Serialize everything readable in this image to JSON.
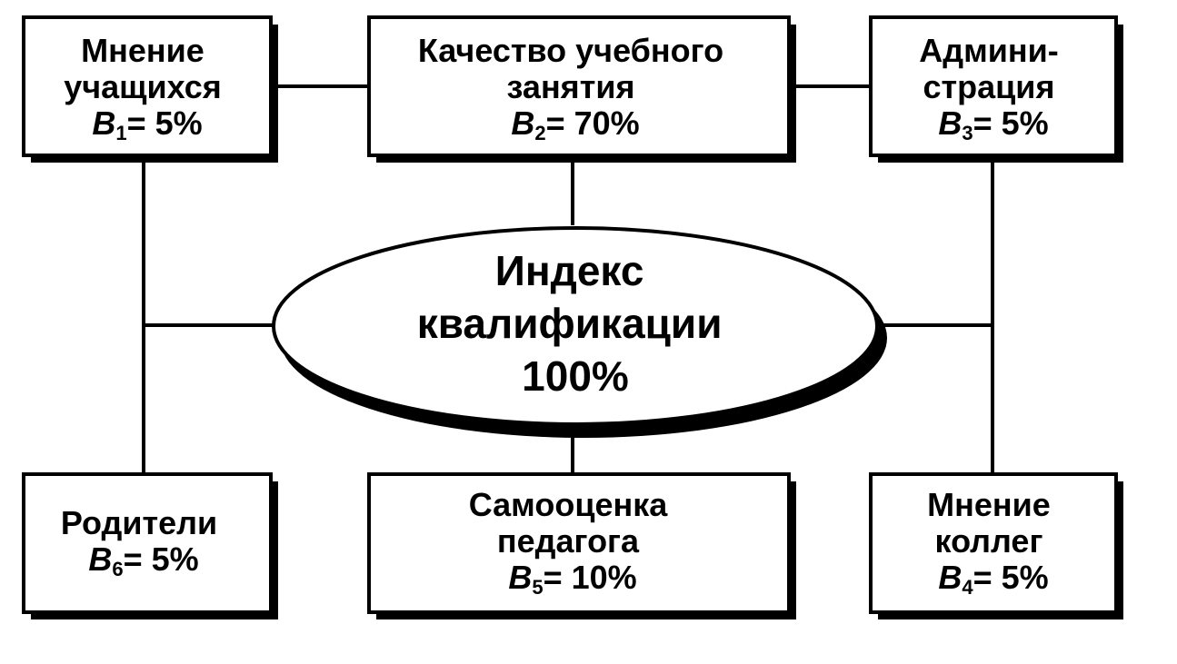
{
  "center": {
    "lines": [
      "Индекс",
      "квалификации",
      "100%"
    ]
  },
  "boxes": [
    {
      "id": "students",
      "lines": [
        "Мнение",
        "учащихся"
      ],
      "var": "B",
      "sub": "1",
      "weight": "= 5%"
    },
    {
      "id": "lesson",
      "lines": [
        "Качество учебного",
        "занятия"
      ],
      "var": "B",
      "sub": "2",
      "weight": "= 70%"
    },
    {
      "id": "administration",
      "lines": [
        "Админи-",
        "страция"
      ],
      "var": "B",
      "sub": "3",
      "weight": "= 5%"
    },
    {
      "id": "colleagues",
      "lines": [
        "Мнение",
        "коллег"
      ],
      "var": "B",
      "sub": "4",
      "weight": "= 5%"
    },
    {
      "id": "self-assessment",
      "lines": [
        "Самооценка",
        "педагога"
      ],
      "var": "B",
      "sub": "5",
      "weight": "= 10%"
    },
    {
      "id": "parents",
      "lines": [
        "Родители"
      ],
      "var": "B",
      "sub": "6",
      "weight": "= 5%"
    }
  ]
}
